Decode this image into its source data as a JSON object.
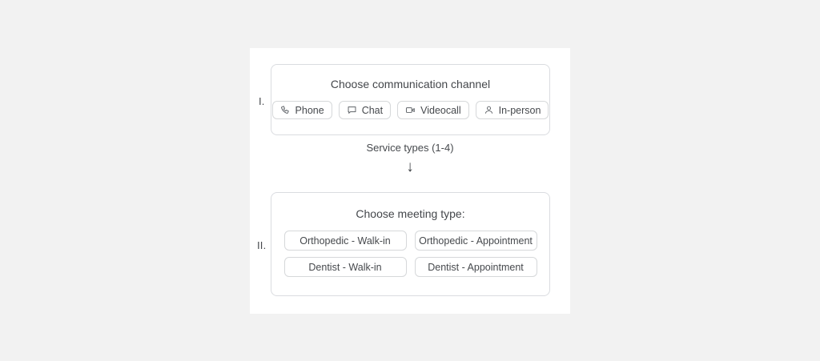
{
  "theme": {
    "page_background": "#f2f2f2",
    "panel_background": "#ffffff",
    "card_border": "#dadce0",
    "button_border": "#d6d8da",
    "text_color": "#46494d"
  },
  "steps": {
    "one_label": "I.",
    "two_label": "II."
  },
  "channel_card": {
    "title": "Choose communication channel",
    "options": [
      {
        "label": "Phone",
        "icon": "phone-icon"
      },
      {
        "label": "Chat",
        "icon": "chat-bubble-icon"
      },
      {
        "label": "Videocall",
        "icon": "video-camera-icon"
      },
      {
        "label": "In-person",
        "icon": "person-icon"
      }
    ]
  },
  "connector": {
    "text": "Service types (1-4)",
    "arrow": "↓",
    "arrow_icon": "arrow-down-icon"
  },
  "meeting_card": {
    "title": "Choose meeting type:",
    "options": [
      {
        "label": "Orthopedic - Walk-in"
      },
      {
        "label": "Orthopedic - Appointment"
      },
      {
        "label": "Dentist - Walk-in"
      },
      {
        "label": "Dentist - Appointment"
      }
    ]
  }
}
